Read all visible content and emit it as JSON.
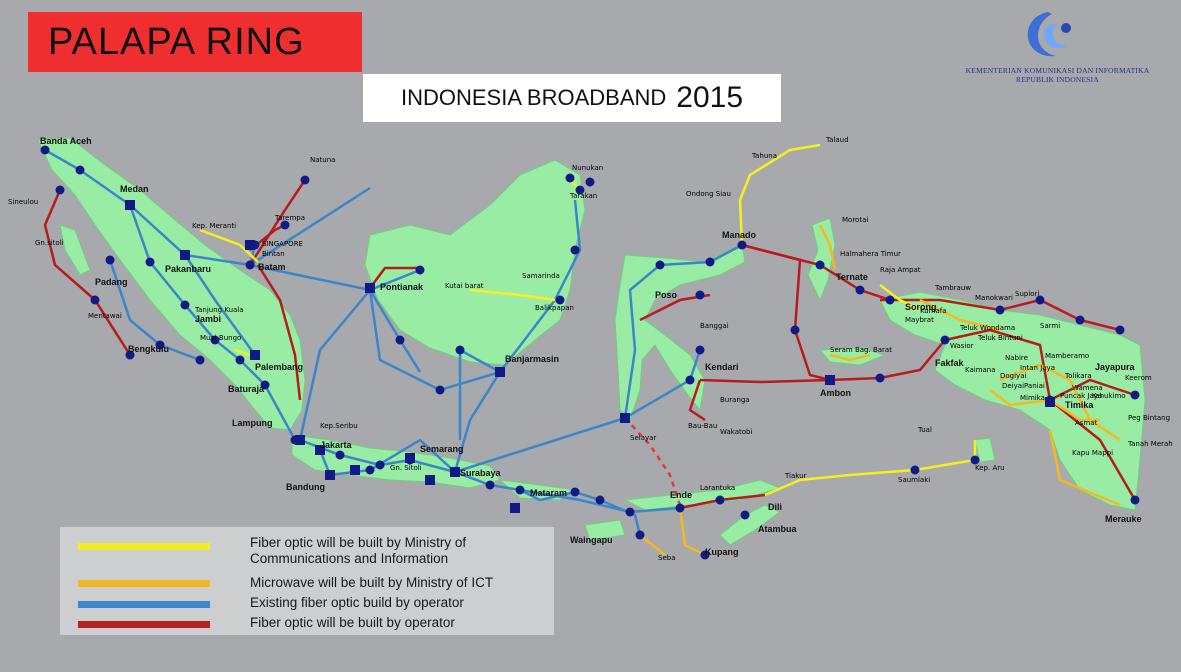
{
  "title": "PALAPA RING",
  "subtitle": {
    "text": "INDONESIA BROADBAND",
    "year": "2015"
  },
  "ministry": {
    "line1": "KEMENTERIAN KOMUNIKASI DAN INFORMATIKA",
    "line2": "REPUBLIK INDONESIA"
  },
  "colors": {
    "land": "#99eca4",
    "sea": "#a7a9ac",
    "yellow": "#f6f01e",
    "orange": "#f6b81c",
    "blue": "#3b86c9",
    "red": "#b71c1c",
    "node": "#121b85",
    "title_bg": "#ef2f2f"
  },
  "legend": [
    {
      "text": "Fiber optic will be built by Ministry of Communications and Information",
      "color": "#f6f01e"
    },
    {
      "text": "Microwave will be built by Ministry of ICT",
      "color": "#f6b81c"
    },
    {
      "text": "Existing fiber optic build by operator",
      "color": "#3b86c9"
    },
    {
      "text": "Fiber optic will be built by operator",
      "color": "#b71c1c"
    }
  ],
  "cities": {
    "banda_aceh": "Banda Aceh",
    "medan": "Medan",
    "padang": "Padang",
    "pekanbaru": "Pakanbaru",
    "batam": "Batam",
    "jambi": "Jambi",
    "bengkulu": "Bengkulu",
    "palembang": "Palembang",
    "baturaja": "Baturaja",
    "lampung": "Lampung",
    "jakarta": "Jakarta",
    "bandung": "Bandung",
    "semarang": "Semarang",
    "surabaya": "Surabaya",
    "pontianak": "Pontianak",
    "banjarmasin": "Banjarmasin",
    "mataram": "Mataram",
    "waingapu": "Waingapu",
    "ende": "Ende",
    "kupang": "Kupang",
    "atambua": "Atambua",
    "dili": "Dili",
    "poso": "Poso",
    "kendari": "Kendari",
    "manado": "Manado",
    "ternate": "Ternate",
    "ambon": "Ambon",
    "sorong": "Sorong",
    "fakfak": "Fakfak",
    "timika": "Timika",
    "merauke": "Merauke",
    "jayapura": "Jayapura"
  },
  "small_labels": {
    "natuna": "Natuna",
    "tarempa": "Tarempa",
    "kep_meranti": "Kep. Meranti",
    "singapore": "SINGAPORE",
    "bintan": "Bintan",
    "sinabang": "Sineulou",
    "gn_sitoli": "Gn.sitoli",
    "mentawai": "Mentawai",
    "tanjung_kuala": "Tanjung Kuala",
    "muara_bungo": "Muai Bungo",
    "kep_seribu": "Kep.Seribu",
    "nunukan": "Nunukan",
    "tarakan": "Tarakan",
    "samarinda": "Samarinda",
    "balikpapan": "Balikpapan",
    "kutai": "Kutai barat",
    "tahuna": "Tahuna",
    "talaud": "Talaud",
    "ondong": "Ondong Siau",
    "morotai": "Morotai",
    "halmahera": "Halmahera Timur",
    "raja_ampat": "Raja Ampat",
    "banggai": "Banggai",
    "buranga": "Buranga",
    "wakatobi": "Wakatobi",
    "bau_bau": "Bau-Bau",
    "selayar": "Selayar",
    "seram": "Seram Bag. Barat",
    "tual": "Tual",
    "kep_aru": "Kep. Aru",
    "saumlaki": "Saumlaki",
    "tiakur": "Tiakur",
    "larantuka": "Larantuka",
    "seba": "Seba",
    "biak": "Supiori",
    "wasior": "Wasior",
    "teluk_bintuni": "Teluk Bintuni",
    "nabire": "Nabire",
    "mamberamo": "Mamberamo",
    "keerom": "Keerom",
    "tolikara": "Tolikara",
    "wamena": "Wamena",
    "yahukimo": "Yahukimo",
    "asmat": "Asmat",
    "mappi": "Kapu Mappi",
    "boven": "Peg Bintang",
    "tanah_merah": "Tanah Merah",
    "dogiyai": "Dogiyai",
    "deiyai": "Deiyai",
    "paniai": "Paniai",
    "intan_jaya": "Intan Jaya",
    "puncak": "Puncak Jaya",
    "mimika": "Mimika",
    "kaimana": "Kaimana",
    "teluk_wondama": "Teluk Wondama",
    "manokwari": "Manokwari",
    "sorong_sel": "Tambrauw",
    "maybrat": "Maybrat",
    "kumafa": "Kumafa",
    "sarmi": "Sarmi",
    "gn_sitoli2": "Gn. Sitoli"
  }
}
